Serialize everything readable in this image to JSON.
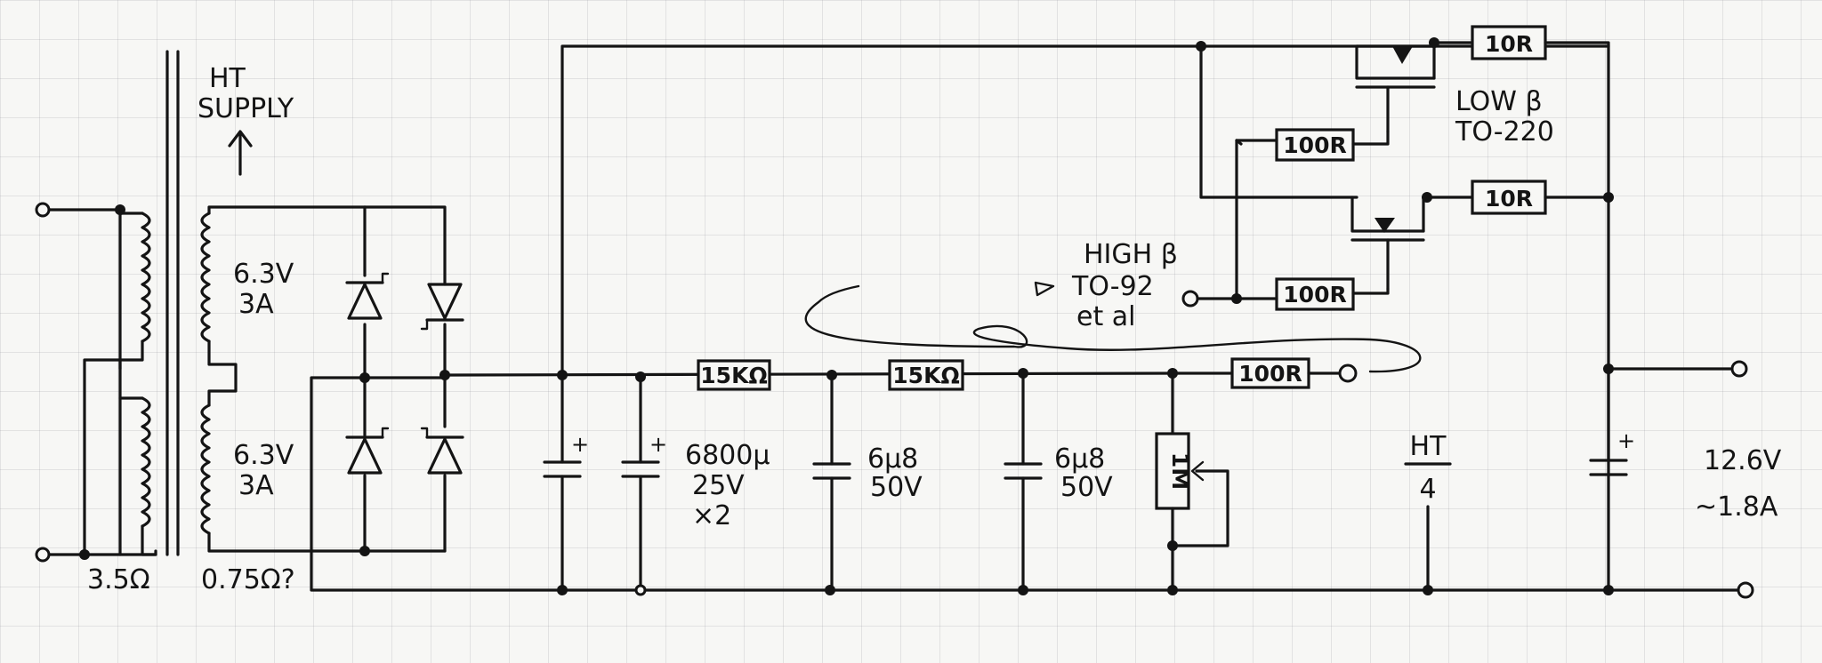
{
  "labels": {
    "ht_supply_line1": "HT",
    "ht_supply_line2": "SUPPLY",
    "winding_top_voltage": "6.3V",
    "winding_top_current": "3A",
    "winding_bottom_voltage": "6.3V",
    "winding_bottom_current": "3A",
    "primary_resistance": "3.5Ω",
    "secondary_resistance": "0.75Ω?",
    "cap_reservoir_line1": "6800µ",
    "cap_reservoir_line2": "25V",
    "cap_reservoir_line3": "×2",
    "cap2_line1": "6µ8",
    "cap2_line2": "50V",
    "cap3_line1": "6µ8",
    "cap3_line2": "50V",
    "ht_fraction_top": "HT",
    "ht_fraction_bottom": "4",
    "output_voltage": "12.6V",
    "output_current": "~1.8A",
    "low_beta_line1": "LOW β",
    "low_beta_line2": "TO-220",
    "high_beta_line1": "HIGH β",
    "high_beta_line2": "TO-92",
    "high_beta_line3": "et al"
  },
  "resistors": {
    "r_15k_1": "15KΩ",
    "r_15k_2": "15KΩ",
    "r_100r_gate_top": "100R",
    "r_100r_gate_bottom": "100R",
    "r_100r_bias": "100R",
    "r_10r_top": "10R",
    "r_10r_bottom": "10R",
    "r_1m": "1M"
  }
}
